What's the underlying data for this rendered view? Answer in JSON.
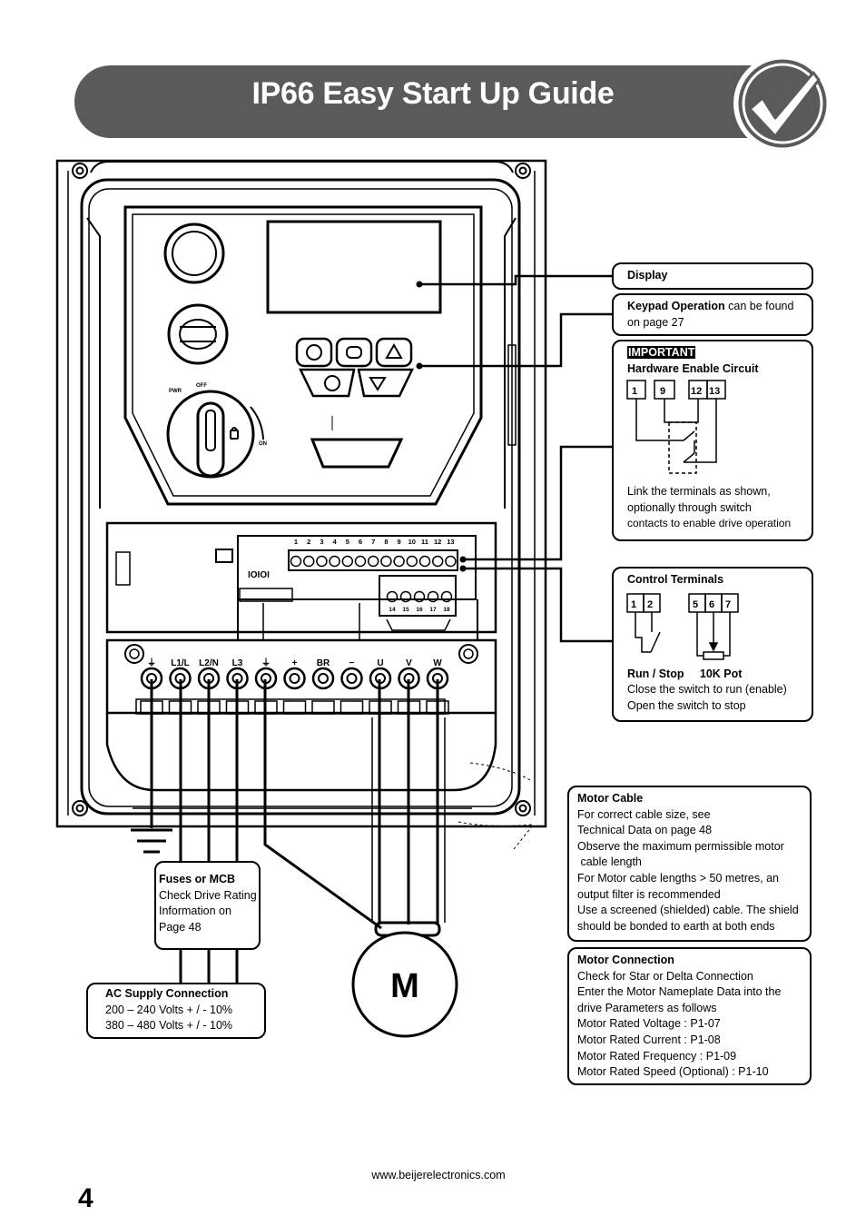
{
  "header": {
    "title": "IP66 Easy Start Up Guide",
    "badge_icon": "check-icon"
  },
  "device": {
    "keypad_labels": {
      "pwr": "PWR",
      "off": "OFF",
      "on": "ON"
    },
    "control_terminal_numbers": [
      "1",
      "2",
      "3",
      "4",
      "5",
      "6",
      "7",
      "8",
      "9",
      "10",
      "11",
      "12",
      "13"
    ],
    "lower_terminal_numbers": [
      "14",
      "15",
      "16",
      "17",
      "18"
    ],
    "comm_label": "IOIOI",
    "power_terminal_labels": [
      "⏚",
      "L1/L",
      "L2/N",
      "L3",
      "⏚",
      "+",
      "BR",
      "−",
      "U",
      "V",
      "W"
    ]
  },
  "callouts": {
    "display": {
      "title": "Display"
    },
    "keypad": {
      "bold": "Keypad Operation",
      "rest": " can be found",
      "line2": "on page 27"
    },
    "important": {
      "tag": "IMPORTANT",
      "title": "Hardware Enable Circuit",
      "terminals": [
        "1",
        "9",
        "12",
        "13"
      ],
      "body": [
        "Link the terminals as shown,",
        "optionally through switch",
        "contacts to enable drive operation"
      ]
    },
    "control": {
      "title": "Control Terminals",
      "terminals_left": [
        "1",
        "2"
      ],
      "terminals_right": [
        "5",
        "6",
        "7"
      ],
      "label_left": "Run / Stop",
      "label_right": "10K Pot",
      "body": [
        "Close the switch to run (enable)",
        "Open the switch to stop"
      ]
    },
    "motor_cable": {
      "title": "Motor Cable",
      "body": [
        "For correct cable size, see",
        "Technical Data on page 48",
        "Observe the maximum permissible motor",
        " cable length",
        "For Motor cable lengths > 50 metres, an",
        "output filter is recommended",
        "Use a screened (shielded) cable. The shield",
        "should be bonded to earth at both ends"
      ]
    },
    "motor_connection": {
      "title": "Motor Connection",
      "body": [
        "Check for Star or Delta Connection",
        "Enter the Motor Nameplate Data into the",
        "drive Parameters as follows",
        "Motor Rated Voltage : P1-07",
        "Motor Rated Current : P1-08",
        "Motor Rated Frequency : P1-09",
        "Motor Rated Speed (Optional) : P1-10"
      ]
    },
    "fuses": {
      "title": "Fuses or MCB",
      "body": [
        "Check Drive Rating",
        "Information on",
        "Page 48"
      ]
    },
    "ac_supply": {
      "title": "AC Supply Connection",
      "body": [
        "200 – 240 Volts + / - 10%",
        "380 – 480 Volts + / - 10%"
      ]
    }
  },
  "motor": {
    "label": "M"
  },
  "footer": {
    "url": "www.beijerelectronics.com",
    "page_number": "4"
  }
}
